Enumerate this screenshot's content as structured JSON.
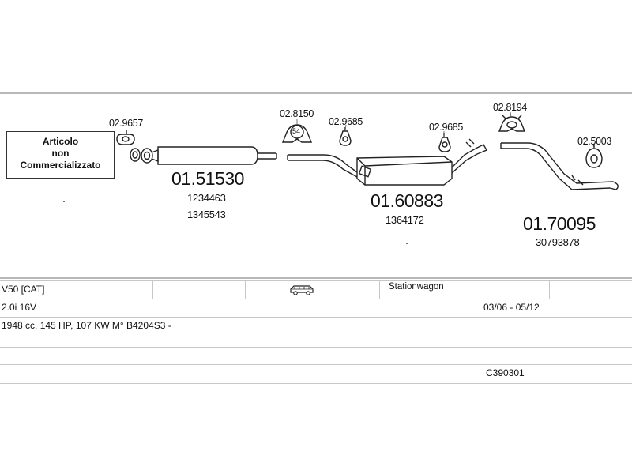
{
  "notice": {
    "line1": "Articolo",
    "line2": "non",
    "line3": "Commercializzato"
  },
  "parts": {
    "p1": {
      "code": "01.51530",
      "oe1": "1234463",
      "oe2": "1345543"
    },
    "p2": {
      "code": "01.60883",
      "oe1": "1364172"
    },
    "p3": {
      "code": "01.70095",
      "oe1": "30793878"
    }
  },
  "accessories": {
    "a1": "02.9657",
    "a2": "02.8150",
    "a2_badge": "54",
    "a3": "02.9685",
    "a4": "02.9685",
    "a5": "02.8194",
    "a6": "02.5003"
  },
  "table": {
    "model": "V50  [CAT]",
    "body": "Stationwagon",
    "engine": "2.0i 16V",
    "dates": "03/06 - 05/12",
    "spec": "1948 cc, 145 HP, 107 KW M° B4204S3 -",
    "kit_code": "C390301"
  },
  "icons": {
    "car": "station-wagon-car-icon"
  }
}
